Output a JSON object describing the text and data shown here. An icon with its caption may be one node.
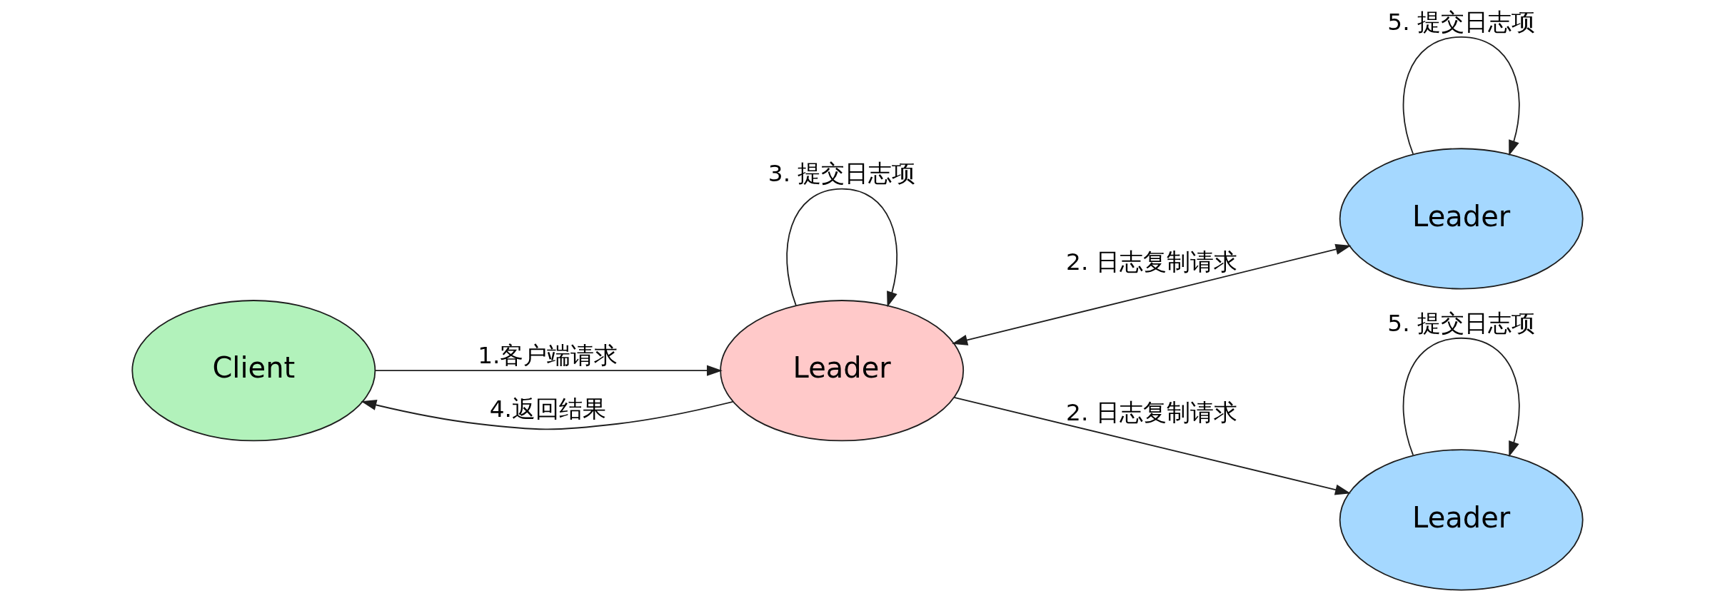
{
  "diagram": {
    "nodes": [
      {
        "text": [
          "Client"
        ]
      },
      {
        "text": [
          "Leader"
        ]
      },
      {
        "text": [
          "Leader"
        ]
      },
      {
        "text": [
          "Leader"
        ]
      }
    ],
    "edges": [
      {
        "from": 0,
        "to": 1,
        "arrow": "to",
        "label": "1.客户端请求"
      },
      {
        "from": 1,
        "to": 0,
        "arrow": "to",
        "label": "4.返回结果"
      },
      {
        "from": 1,
        "to": 1,
        "arrow": "to",
        "label": "3. 提交日志项"
      },
      {
        "from": 1,
        "to": 2,
        "arrow": "both",
        "label": "2. 日志复制请求"
      },
      {
        "from": 1,
        "to": 3,
        "arrow": "to",
        "label": "2. 日志复制请求"
      },
      {
        "from": 2,
        "to": 2,
        "arrow": "to",
        "label": "5. 提交日志项"
      },
      {
        "from": 3,
        "to": 3,
        "arrow": "to",
        "label": "5. 提交日志项"
      }
    ]
  }
}
